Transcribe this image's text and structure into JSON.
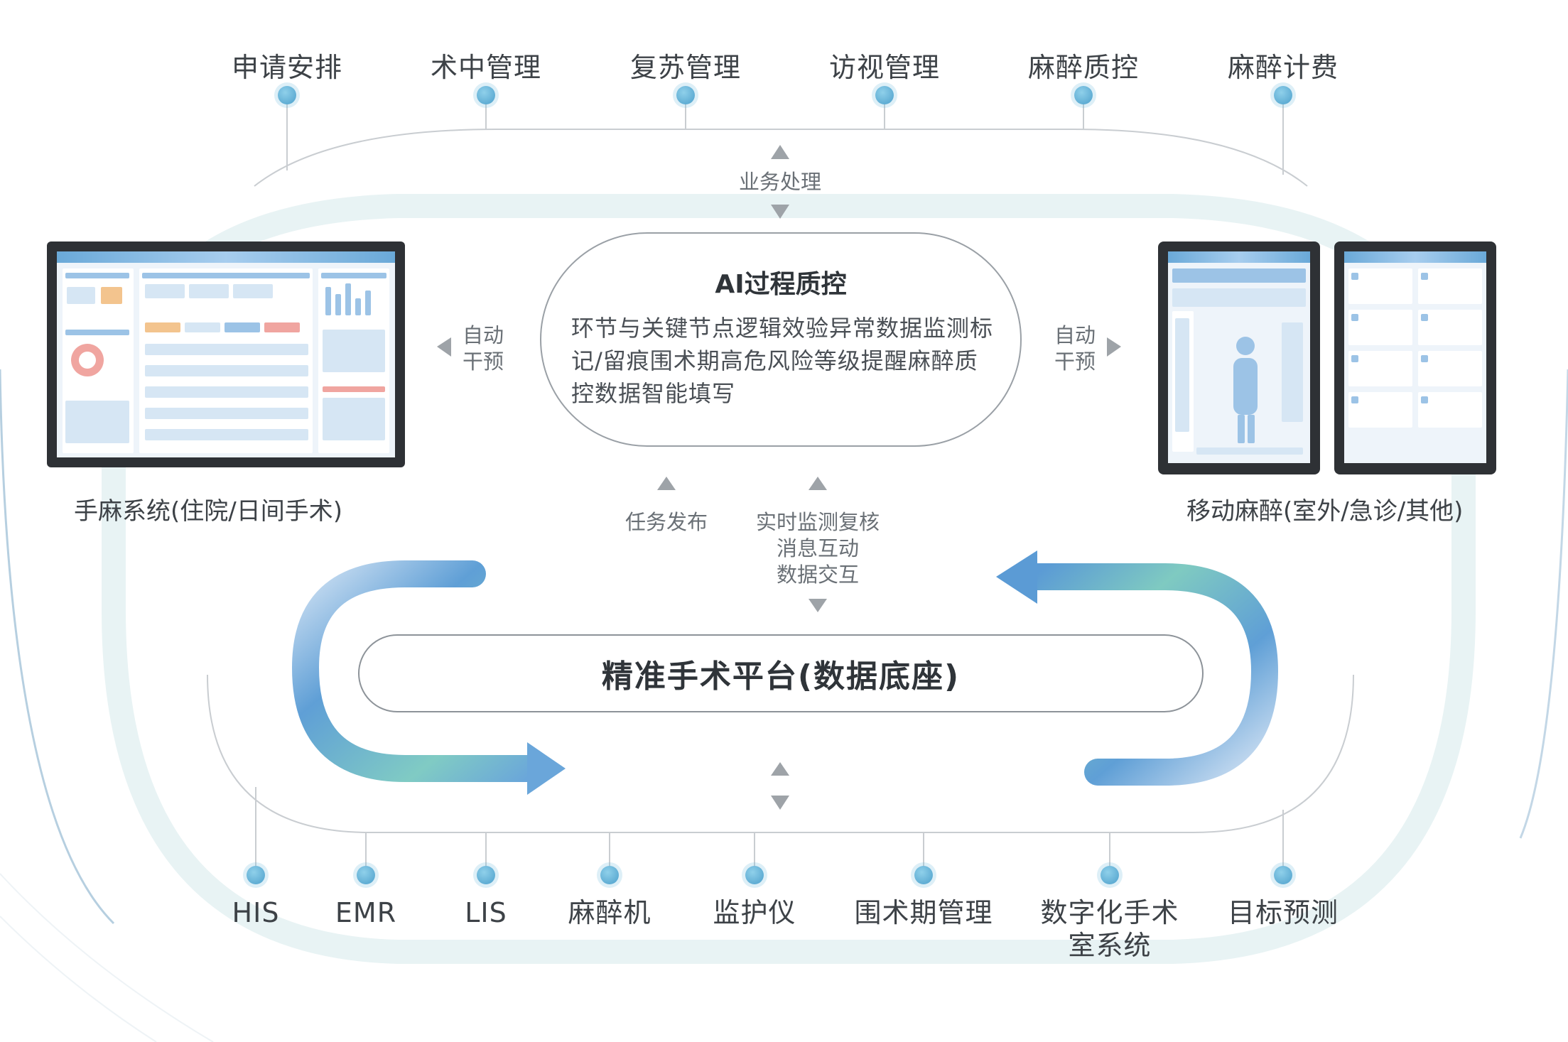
{
  "top_nodes": [
    "申请安排",
    "术中管理",
    "复苏管理",
    "访视管理",
    "麻醉质控",
    "麻醉计费"
  ],
  "business_label": "业务处理",
  "center": {
    "title": "AI过程质控",
    "body": "环节与关键节点逻辑效验异常数据监测标记/留痕围术期高危风险等级提醒麻醉质控数据智能填写"
  },
  "left_intervene": [
    "自动",
    "干预"
  ],
  "right_intervene": [
    "自动",
    "干预"
  ],
  "left_device_caption": "手麻系统(住院/日间手术)",
  "right_device_caption": "移动麻醉(室外/急诊/其他)",
  "task_label": "任务发布",
  "monitor_labels": [
    "实时监测复核",
    "消息互动",
    "数据交互"
  ],
  "platform_label": "精准手术平台(数据底座)",
  "bottom_nodes": [
    "HIS",
    "EMR",
    "LIS",
    "麻醉机",
    "监护仪",
    "围术期管理",
    "数字化手术室系统",
    "目标预测"
  ],
  "colors": {
    "node": "#4d9fcb",
    "arrow_blue": "#5b9bd5",
    "arrow_teal": "#7cc7c2",
    "frame": "#e7f2f5"
  }
}
